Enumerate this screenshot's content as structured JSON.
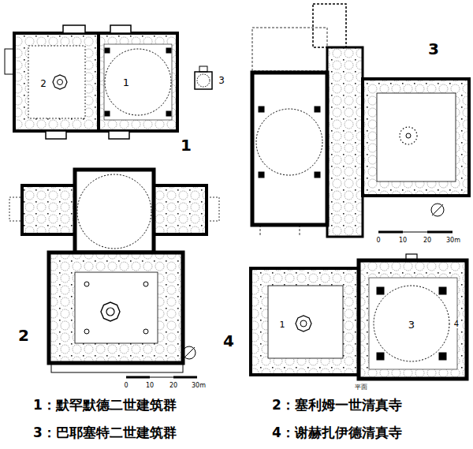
{
  "diagram": {
    "labels": [
      "1",
      "2",
      "3",
      "1",
      "2",
      "0",
      "10",
      "20",
      "30m",
      "3",
      "0",
      "10",
      "20",
      "30m",
      "1",
      "3",
      "4",
      "平面",
      "4",
      "1：默罕默德二世建筑群",
      "2：塞利姆一世清真寺",
      "3：巴耶塞特二世建筑群",
      "4：谢赫扎伊德清真寺"
    ]
  }
}
